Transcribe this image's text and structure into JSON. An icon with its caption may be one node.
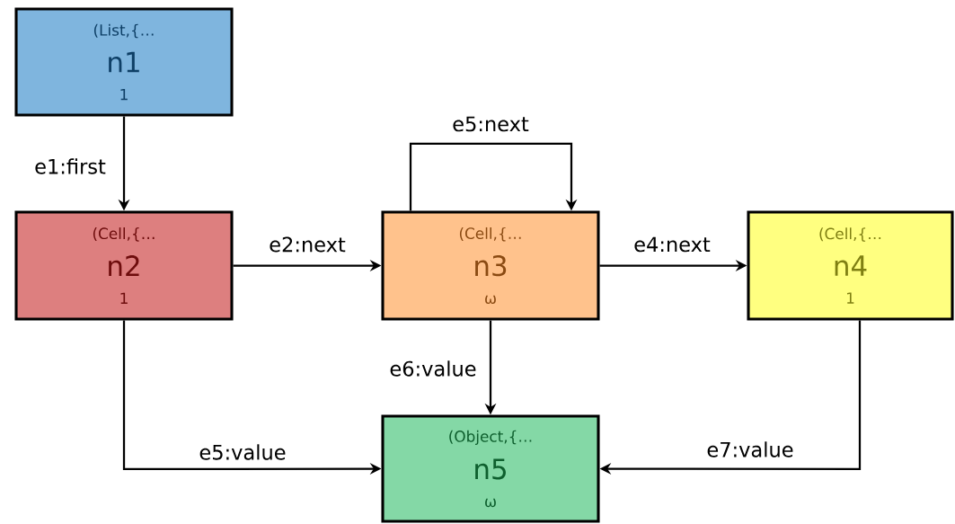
{
  "diagram": {
    "nodes": [
      {
        "text": [
          "(List,{…",
          "n1",
          "1"
        ]
      },
      {
        "text": [
          "(Cell,{…",
          "n2",
          "1"
        ]
      },
      {
        "text": [
          "(Cell,{…",
          "n3",
          "ω"
        ]
      },
      {
        "text": [
          "(Cell,{…",
          "n4",
          "1"
        ]
      },
      {
        "text": [
          "(Object,{…",
          "n5",
          "ω"
        ]
      }
    ],
    "edges": [
      {
        "from": 0,
        "to": 1,
        "arrow": "to",
        "label": "e1:first"
      },
      {
        "from": 1,
        "to": 2,
        "arrow": "to",
        "label": "e2:next"
      },
      {
        "from": 2,
        "to": 2,
        "arrow": "to",
        "label": "e5:next"
      },
      {
        "from": 2,
        "to": 3,
        "arrow": "to",
        "label": "e4:next"
      },
      {
        "from": 2,
        "to": 4,
        "arrow": "to",
        "label": "e6:value"
      },
      {
        "from": 1,
        "to": 4,
        "arrow": "to",
        "label": "e5:value"
      },
      {
        "from": 3,
        "to": 4,
        "arrow": "to",
        "label": "e7:value"
      }
    ]
  }
}
